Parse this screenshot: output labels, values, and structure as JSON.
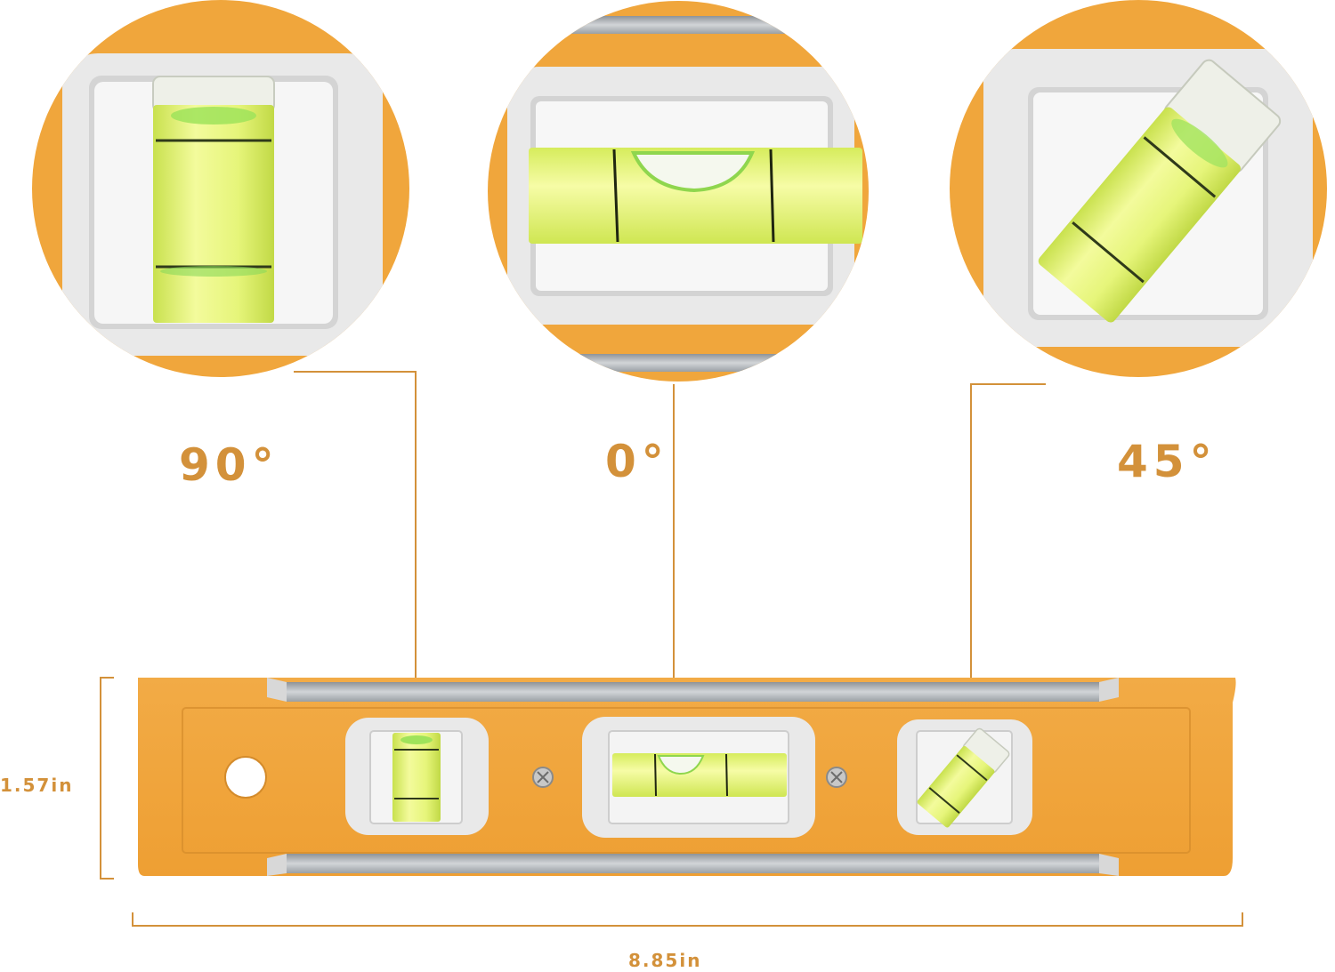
{
  "labels": {
    "angle_90": "90°",
    "angle_0": "0°",
    "angle_45": "45°",
    "height": "1.57in",
    "width": "8.85in"
  },
  "colors": {
    "body_orange": "#f0a63c",
    "accent_orange": "#d3913a",
    "liquid": "#e4f57a",
    "rail_silver": "#aeb3b8",
    "frame_white": "#ececec"
  }
}
